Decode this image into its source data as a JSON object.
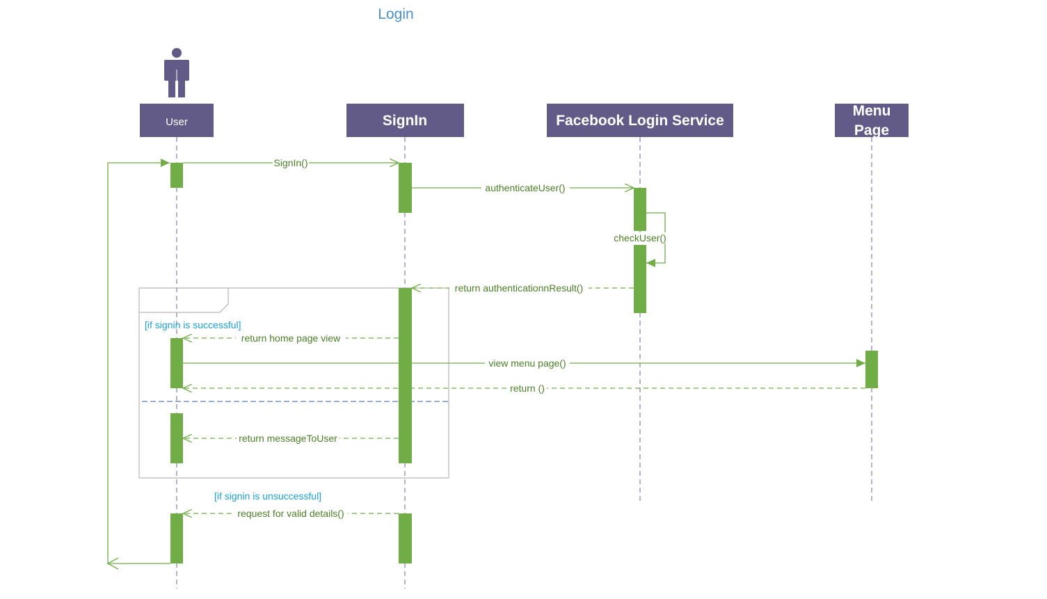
{
  "title": "Login",
  "participants": {
    "user": "User",
    "signin": "SignIn",
    "facebook": "Facebook Login Service",
    "menu_line1": "Menu",
    "menu_line2": "Page"
  },
  "messages": {
    "signin_call": "SignIn()",
    "authenticate": "authenticateUser()",
    "check_user": "checkUser()",
    "return_auth": "return authenticationnResult()",
    "return_home": "return  home page view",
    "view_menu": "view  menu page()",
    "return_menu": "return ()",
    "return_message": "return messageToUser",
    "request_details": "request for valid details()"
  },
  "conditions": {
    "success": "[if signin  is successful]",
    "failure": "[if signin  is unsuccessful]"
  },
  "colors": {
    "header": "#625b87",
    "activation": "#70ad47",
    "message_line": "#70ad47",
    "label": "#4a7f26",
    "condition": "#1aa0d8",
    "title": "#4a90c8",
    "divider": "#2e5c9a",
    "frame": "#a6a6a6"
  }
}
